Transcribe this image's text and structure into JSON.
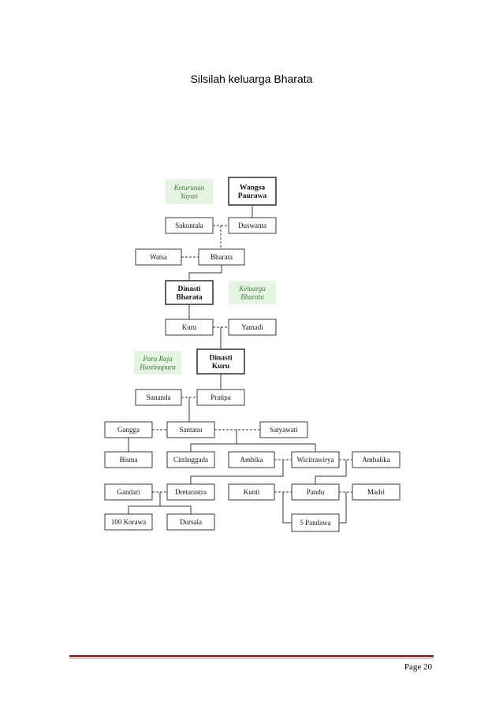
{
  "document": {
    "title": "Silsilah keluarga Bharata",
    "page_label": "Page 20"
  },
  "tree": {
    "notes": [
      {
        "id": "keturunan",
        "lines": [
          "Keturunan",
          "Yayati"
        ]
      },
      {
        "id": "keluarga",
        "lines": [
          "Keluarga",
          "Bharata"
        ]
      },
      {
        "id": "pararaja",
        "lines": [
          "Para Raja",
          "Hastinapura"
        ]
      }
    ],
    "nodes": [
      {
        "id": "wangsa",
        "lines": [
          "Wangsa",
          "Paurawa"
        ],
        "bold": true
      },
      {
        "id": "sakuntala",
        "lines": [
          "Sakuntala"
        ]
      },
      {
        "id": "duswanta",
        "lines": [
          "Duswanta"
        ]
      },
      {
        "id": "watsa",
        "lines": [
          "Watsa"
        ]
      },
      {
        "id": "bharata",
        "lines": [
          "Bharata"
        ]
      },
      {
        "id": "dinasti_bharata",
        "lines": [
          "Dinasti",
          "Bharata"
        ],
        "bold": true
      },
      {
        "id": "kuru",
        "lines": [
          "Kuru"
        ]
      },
      {
        "id": "yamadi",
        "lines": [
          "Yamadi"
        ]
      },
      {
        "id": "dinasti_kuru",
        "lines": [
          "Dinasti",
          "Kuru"
        ],
        "bold": true
      },
      {
        "id": "sunanda",
        "lines": [
          "Sunanda"
        ]
      },
      {
        "id": "pratipa",
        "lines": [
          "Pratipa"
        ]
      },
      {
        "id": "gangga",
        "lines": [
          "Gangga"
        ]
      },
      {
        "id": "santanu",
        "lines": [
          "Santanu"
        ]
      },
      {
        "id": "satyawati",
        "lines": [
          "Satyawati"
        ]
      },
      {
        "id": "bisma",
        "lines": [
          "Bisma"
        ]
      },
      {
        "id": "citranggada",
        "lines": [
          "Citrānggada"
        ]
      },
      {
        "id": "ambika",
        "lines": [
          "Ambika"
        ]
      },
      {
        "id": "wicitrawirya",
        "lines": [
          "Wicitrawirya"
        ]
      },
      {
        "id": "ambalika",
        "lines": [
          "Ambalika"
        ]
      },
      {
        "id": "gandari",
        "lines": [
          "Gandari"
        ]
      },
      {
        "id": "dretarastra",
        "lines": [
          "Dretarastra"
        ]
      },
      {
        "id": "kunti",
        "lines": [
          "Kunti"
        ]
      },
      {
        "id": "pandu",
        "lines": [
          "Pandu"
        ]
      },
      {
        "id": "madri",
        "lines": [
          "Madri"
        ]
      },
      {
        "id": "korawa",
        "lines": [
          "100 Korawa"
        ]
      },
      {
        "id": "dursala",
        "lines": [
          "Dursala"
        ]
      },
      {
        "id": "pandawa",
        "lines": [
          "5 Pandawa"
        ]
      }
    ]
  }
}
